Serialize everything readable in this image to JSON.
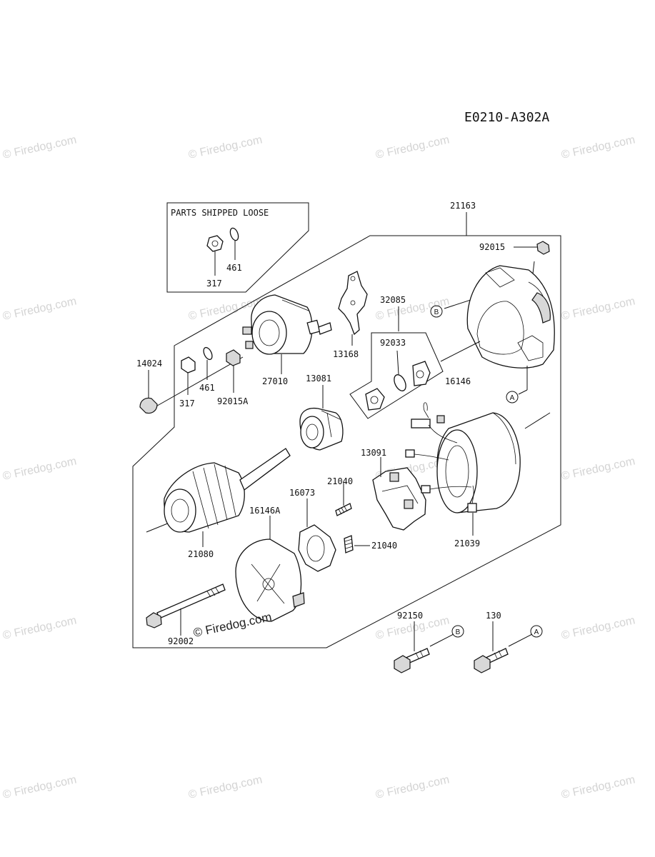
{
  "diagram_code": "E0210-A302A",
  "loose_box_title": "PARTS SHIPPED LOOSE",
  "watermark": "© Firedog.com",
  "watermark_center": "© Firedog.com",
  "callouts": {
    "A": "A",
    "B": "B"
  },
  "parts": {
    "p21163": "21163",
    "p92015": "92015",
    "p317_loose": "317",
    "p461_loose": "461",
    "p32085": "32085",
    "p92033": "92033",
    "p16146": "16146",
    "p13168": "13168",
    "p14024": "14024",
    "p27010": "27010",
    "p13081": "13081",
    "p461": "461",
    "p317": "317",
    "p92015A": "92015A",
    "p13091": "13091",
    "p21040a": "21040",
    "p21040b": "21040",
    "p16073": "16073",
    "p16146A": "16146A",
    "p21080": "21080",
    "p21039": "21039",
    "p92002": "92002",
    "p92150": "92150",
    "p130": "130"
  }
}
